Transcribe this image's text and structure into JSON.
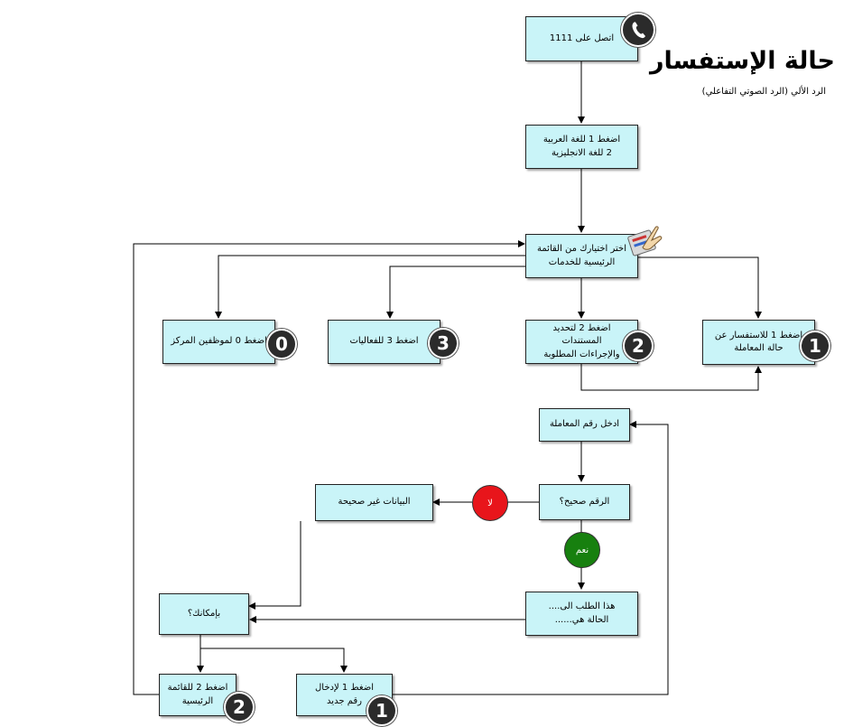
{
  "header": {
    "title": "حالة الإستفسار",
    "subtitle": "الرد الألي (الرد الصوتي التفاعلي)"
  },
  "nodes": {
    "call": "اتصل على   1111",
    "language": "اضغط 1 للغة العربية\n2 للغة الانجليزية",
    "main_menu": "اختر اختيارك من القائمة\nالرئيسية للخدمات",
    "option_1": "اضغط 1 للاستفسار عن\nحالة المعاملة",
    "option_2": "اضغط 2 لتحديد المستندات\nوالإجراءات المطلوبة",
    "option_3": "اضغط 3 للفعاليات",
    "option_0": "اضغط 0 لموظفين المركز",
    "enter_number": "ادخل رقم المعاملة",
    "is_valid": "الرقم صحيح؟",
    "invalid_data": "البيانات غير صحيحة",
    "status_result": "هذا الطلب الى....\nالحالة هي......",
    "can_i": "بإمكانك؟",
    "new_number": "اضغط 1 لإدخال\nرقم جديد",
    "back_main": "اضغط 2 للقائمة\nالرئيسية"
  },
  "badges": {
    "option_1": "1",
    "option_2": "2",
    "option_3": "3",
    "option_0": "0",
    "new_number": "1",
    "back_main": "2"
  },
  "decisions": {
    "no": "لا",
    "yes": "نعم"
  },
  "colors": {
    "box_fill": "#c9f4f8",
    "no_fill": "#e8151b",
    "yes_fill": "#17800f",
    "badge_fill": "#2b2b2b"
  },
  "icons": [
    "phone-icon",
    "hand-pointer-icon"
  ]
}
